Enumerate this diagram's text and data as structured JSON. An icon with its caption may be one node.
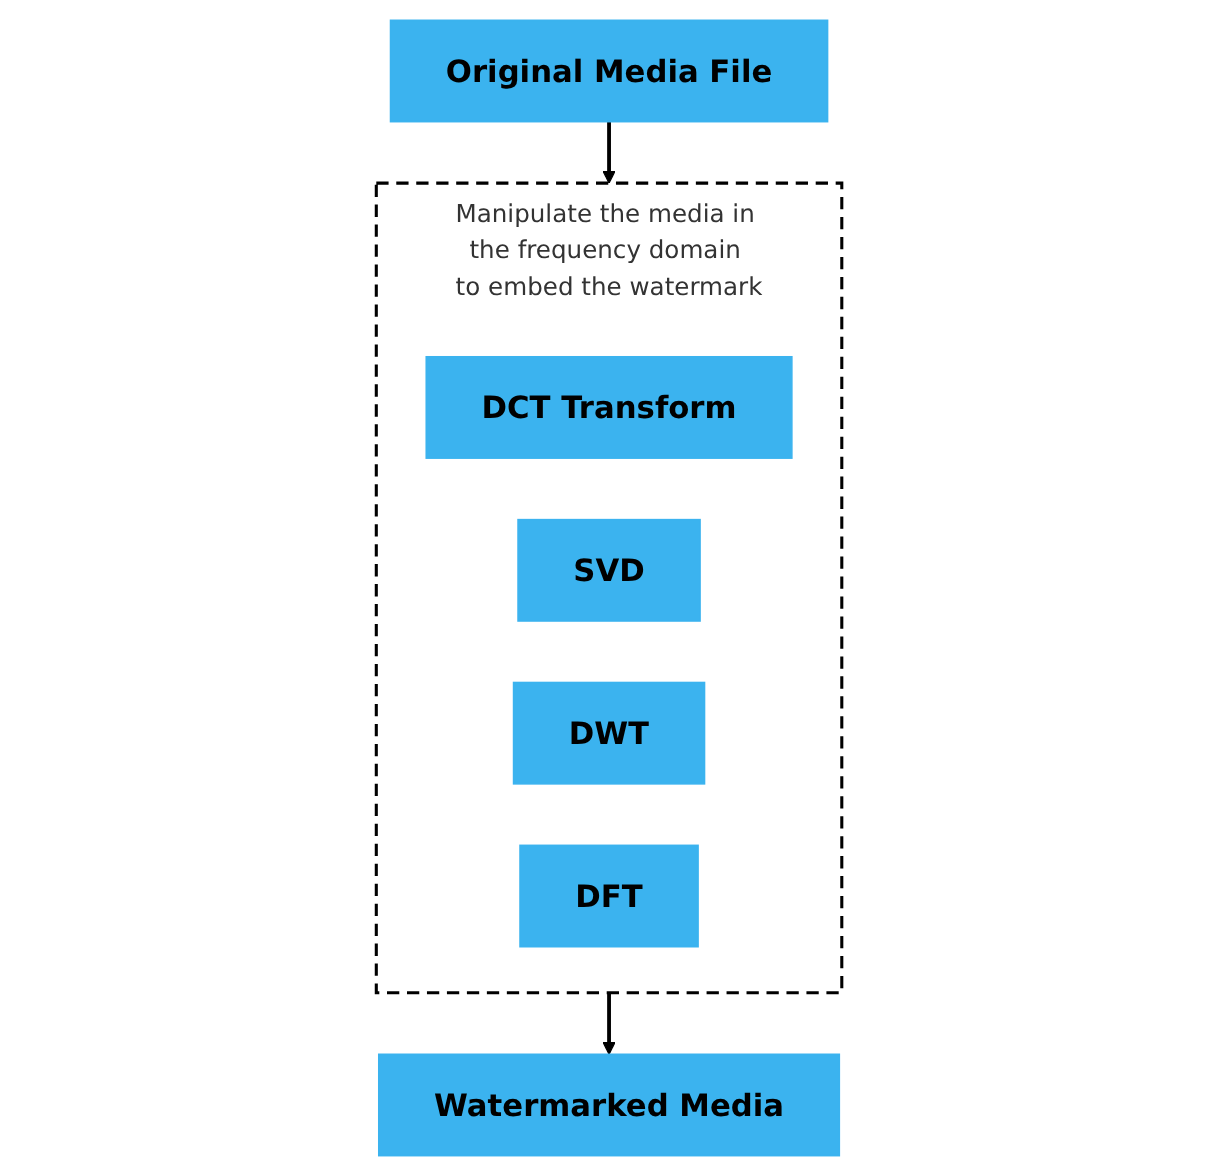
{
  "diagram": {
    "nodes": [
      {
        "text": [
          "Original Media File"
        ]
      },
      {
        "text": [
          "Manipulate the media in the frequency domain to embed the watermark"
        ]
      },
      {
        "text": [
          "DCT Transform"
        ],
        "in": 1
      },
      {
        "text": [
          "SVD"
        ],
        "in": 1
      },
      {
        "text": [
          "DWT"
        ],
        "in": 1
      },
      {
        "text": [
          "DFT"
        ],
        "in": 1
      },
      {
        "text": [
          "Watermarked Media"
        ]
      }
    ],
    "edges": [
      {
        "from": 0,
        "to": 1,
        "arrow": "to"
      },
      {
        "from": 1,
        "to": 6,
        "arrow": "to"
      }
    ]
  }
}
